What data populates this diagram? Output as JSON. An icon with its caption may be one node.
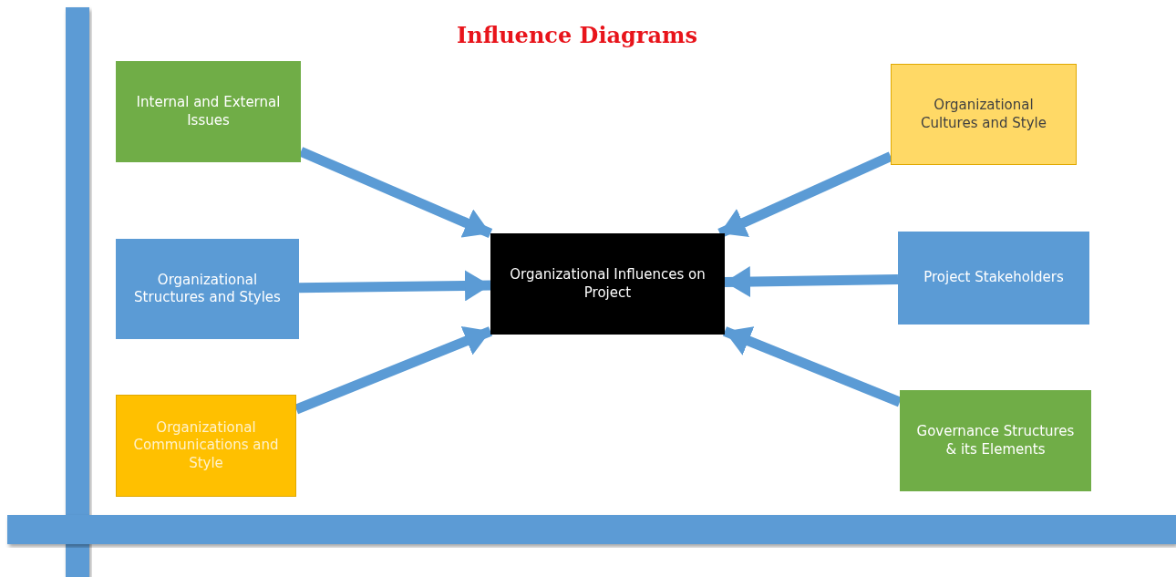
{
  "diagram": {
    "title": "Influence Diagrams",
    "nodes": [
      {
        "text": [
          "Organizational Influences on Project"
        ]
      },
      {
        "text": [
          "Internal and External Issues"
        ]
      },
      {
        "text": [
          "Organizational Structures and Styles"
        ]
      },
      {
        "text": [
          "Organizational Communications and Style"
        ]
      },
      {
        "text": [
          "Organizational Cultures and Style"
        ]
      },
      {
        "text": [
          "Project Stakeholders"
        ]
      },
      {
        "text": [
          "Governance Structures & its Elements"
        ]
      }
    ],
    "edges": [
      {
        "from": 1,
        "to": 0,
        "arrow": "to"
      },
      {
        "from": 2,
        "to": 0,
        "arrow": "to"
      },
      {
        "from": 3,
        "to": 0,
        "arrow": "to"
      },
      {
        "from": 4,
        "to": 0,
        "arrow": "to"
      },
      {
        "from": 5,
        "to": 0,
        "arrow": "to"
      },
      {
        "from": 6,
        "to": 0,
        "arrow": "to"
      }
    ]
  }
}
